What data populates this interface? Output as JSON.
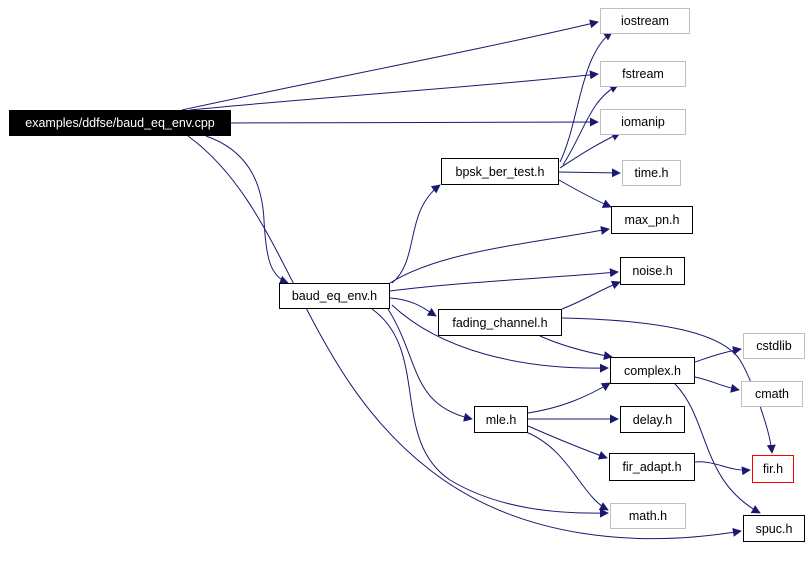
{
  "diagram": {
    "nodes": [
      {
        "id": "root",
        "label": "examples/ddfse/baud_eq_env.cpp",
        "kind": "root"
      },
      {
        "id": "iostream",
        "label": "iostream",
        "kind": "ext"
      },
      {
        "id": "fstream",
        "label": "fstream",
        "kind": "ext"
      },
      {
        "id": "iomanip",
        "label": "iomanip",
        "kind": "ext"
      },
      {
        "id": "bpsk",
        "label": "bpsk_ber_test.h",
        "kind": "normal"
      },
      {
        "id": "time",
        "label": "time.h",
        "kind": "ext"
      },
      {
        "id": "maxpn",
        "label": "max_pn.h",
        "kind": "normal"
      },
      {
        "id": "noise",
        "label": "noise.h",
        "kind": "normal"
      },
      {
        "id": "baud",
        "label": "baud_eq_env.h",
        "kind": "normal"
      },
      {
        "id": "fading",
        "label": "fading_channel.h",
        "kind": "normal"
      },
      {
        "id": "cstdlib",
        "label": "cstdlib",
        "kind": "ext"
      },
      {
        "id": "complex",
        "label": "complex.h",
        "kind": "normal"
      },
      {
        "id": "cmath",
        "label": "cmath",
        "kind": "ext"
      },
      {
        "id": "mle",
        "label": "mle.h",
        "kind": "normal"
      },
      {
        "id": "delay",
        "label": "delay.h",
        "kind": "normal"
      },
      {
        "id": "fir",
        "label": "fir.h",
        "kind": "trunc"
      },
      {
        "id": "firadapt",
        "label": "fir_adapt.h",
        "kind": "normal"
      },
      {
        "id": "math",
        "label": "math.h",
        "kind": "ext"
      },
      {
        "id": "spuc",
        "label": "spuc.h",
        "kind": "normal"
      }
    ],
    "edges": [
      {
        "from": "root",
        "to": "iostream"
      },
      {
        "from": "root",
        "to": "fstream"
      },
      {
        "from": "root",
        "to": "iomanip"
      },
      {
        "from": "root",
        "to": "baud"
      },
      {
        "from": "root",
        "to": "spuc"
      },
      {
        "from": "bpsk",
        "to": "iostream"
      },
      {
        "from": "bpsk",
        "to": "fstream"
      },
      {
        "from": "bpsk",
        "to": "iomanip"
      },
      {
        "from": "bpsk",
        "to": "time"
      },
      {
        "from": "bpsk",
        "to": "maxpn"
      },
      {
        "from": "baud",
        "to": "bpsk"
      },
      {
        "from": "baud",
        "to": "maxpn"
      },
      {
        "from": "baud",
        "to": "noise"
      },
      {
        "from": "baud",
        "to": "fading"
      },
      {
        "from": "baud",
        "to": "complex"
      },
      {
        "from": "baud",
        "to": "mle"
      },
      {
        "from": "baud",
        "to": "math"
      },
      {
        "from": "fading",
        "to": "noise"
      },
      {
        "from": "fading",
        "to": "complex"
      },
      {
        "from": "fading",
        "to": "fir"
      },
      {
        "from": "complex",
        "to": "cstdlib"
      },
      {
        "from": "complex",
        "to": "cmath"
      },
      {
        "from": "complex",
        "to": "spuc"
      },
      {
        "from": "mle",
        "to": "complex"
      },
      {
        "from": "mle",
        "to": "delay"
      },
      {
        "from": "mle",
        "to": "firadapt"
      },
      {
        "from": "mle",
        "to": "math"
      },
      {
        "from": "firadapt",
        "to": "fir"
      }
    ]
  },
  "colors": {
    "edge": "#191970",
    "normal_border": "#000000",
    "external_border": "#bfbfbf",
    "truncated_border": "#ff0000",
    "root_fill": "#000000",
    "root_text": "#ffffff"
  }
}
